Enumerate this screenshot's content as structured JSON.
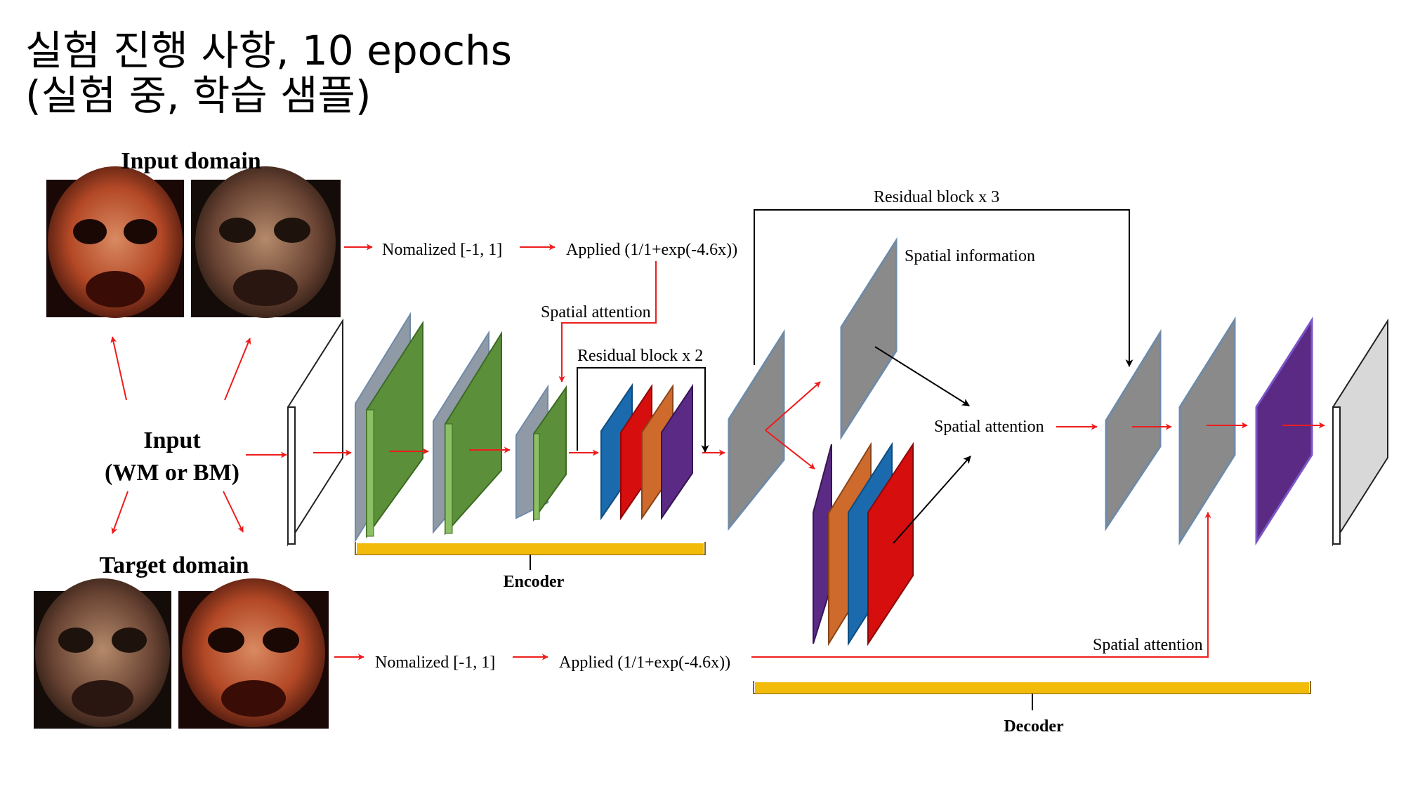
{
  "slide": {
    "title_line1": "실험 진행 사항, 10 epochs",
    "title_line2": "(실험 중, 학습 샘플)"
  },
  "labels": {
    "input_domain": "Input domain",
    "target_domain": "Target domain",
    "input_line1": "Input",
    "input_line2": "(WM or BM)",
    "normalized_top": "Nomalized [-1, 1]",
    "applied_top": "Applied (1/1+exp(-4.6x))",
    "normalized_bottom": "Nomalized [-1, 1]",
    "applied_bottom": "Applied (1/1+exp(-4.6x))",
    "spatial_attention_top": "Spatial attention",
    "residual_x2": "Residual block x 2",
    "residual_x3": "Residual block x 3",
    "spatial_information": "Spatial information",
    "spatial_attention_mid": "Spatial attention",
    "spatial_attention_bottom": "Spatial attention",
    "encoder": "Encoder",
    "decoder": "Decoder"
  },
  "colors": {
    "arrow_red": "#ee1c1c",
    "green": "#5c8f3a",
    "gray": "#8a8a8a",
    "blue": "#1a6aad",
    "red": "#d60e0e",
    "orange": "#cd6a2c",
    "purple": "#5b2a84",
    "brace": "#f2bb0a"
  }
}
